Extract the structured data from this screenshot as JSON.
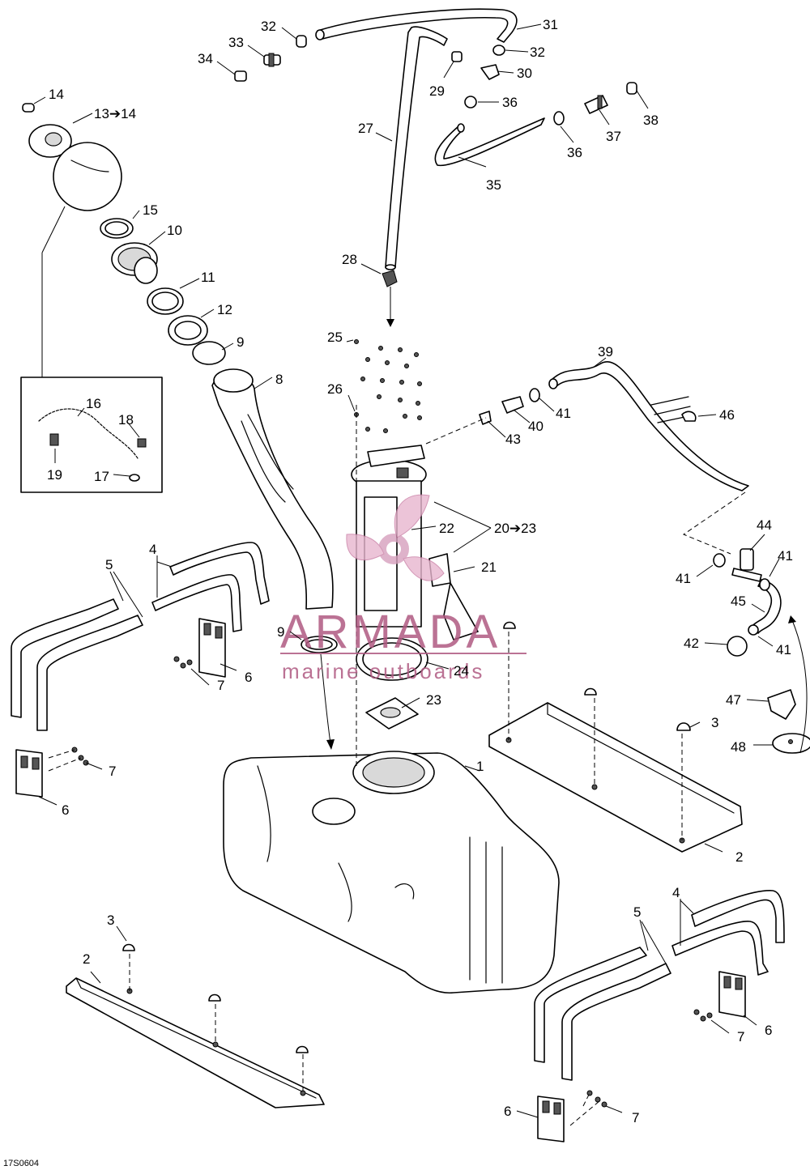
{
  "diagram_code": "17S0604",
  "watermark": {
    "brand": "ARMADA",
    "tagline": "marine outboards",
    "color": "#b05a82"
  },
  "callouts": {
    "c1": "1",
    "c2a": "2",
    "c2b": "2",
    "c3a": "3",
    "c3b": "3",
    "c4a": "4",
    "c4b": "4",
    "c5a": "5",
    "c5b": "5",
    "c6a": "6",
    "c6b": "6",
    "c6c": "6",
    "c6d": "6",
    "c7a": "7",
    "c7b": "7",
    "c7c": "7",
    "c7d": "7",
    "c8": "8",
    "c9a": "9",
    "c9b": "9",
    "c10": "10",
    "c11": "11",
    "c12": "12",
    "c13": "13➔14",
    "c14": "14",
    "c15": "15",
    "c16": "16",
    "c17": "17",
    "c18": "18",
    "c19": "19",
    "c20": "20➔23",
    "c21": "21",
    "c22": "22",
    "c23": "23",
    "c24": "24",
    "c25": "25",
    "c26": "26",
    "c27": "27",
    "c28": "28",
    "c29": "29",
    "c30": "30",
    "c31": "31",
    "c32a": "32",
    "c32b": "32",
    "c33": "33",
    "c34": "34",
    "c35": "35",
    "c36a": "36",
    "c36b": "36",
    "c37": "37",
    "c38": "38",
    "c39": "39",
    "c40": "40",
    "c41a": "41",
    "c41b": "41",
    "c41c": "41",
    "c41d": "41",
    "c42": "42",
    "c43": "43",
    "c44": "44",
    "c45": "45",
    "c46": "46",
    "c47": "47",
    "c48": "48"
  }
}
